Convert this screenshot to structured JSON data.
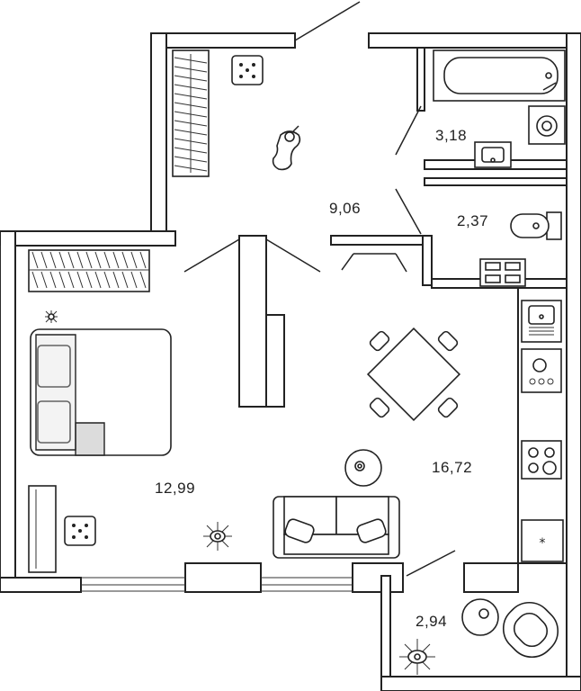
{
  "rooms": {
    "hall": "9,06",
    "bathroom": "3,18",
    "toilet": "2,37",
    "bedroom": "12,99",
    "living": "16,72",
    "balcony": "2,94"
  },
  "icons": {
    "hall_marker": "ventilation-shaft-icon",
    "bedroom_marker": "ventilation-shaft-icon",
    "pet": "dog-icon",
    "plant": "plant-icon",
    "fridge_marker": "asterisk-icon"
  },
  "colors": {
    "wall": "#222222",
    "background": "#ffffff",
    "bed_sheet": "#dcdcdc"
  }
}
